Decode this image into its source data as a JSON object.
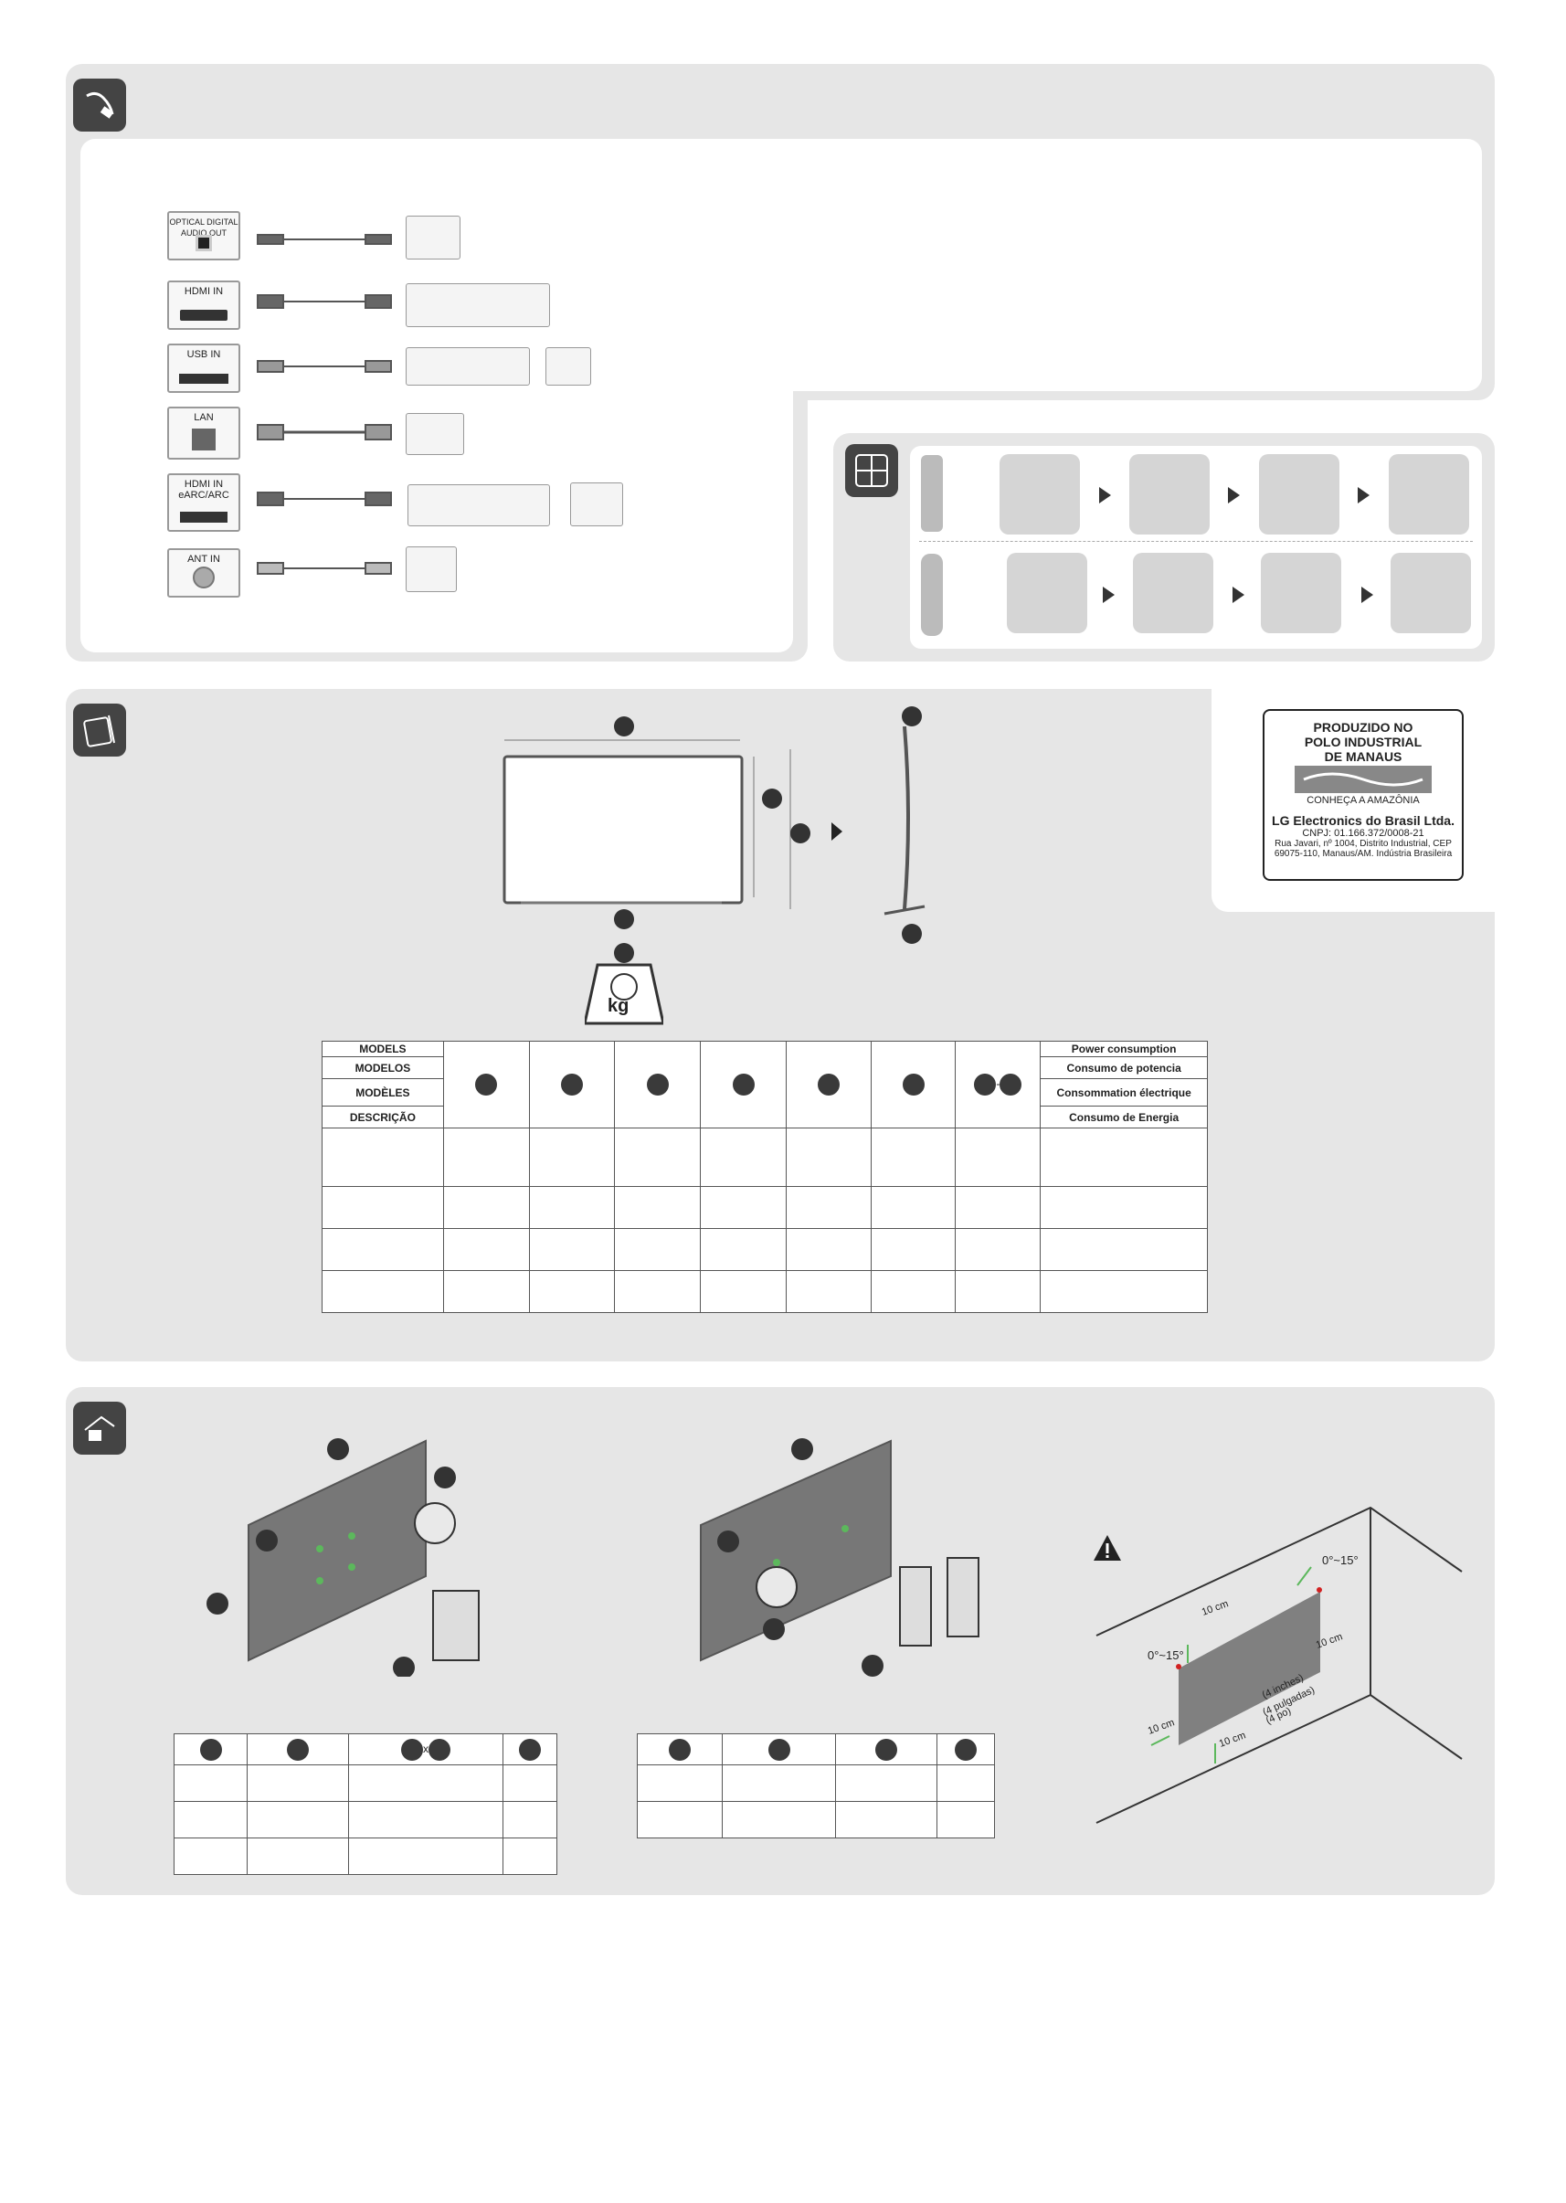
{
  "connections": {
    "ports": [
      {
        "label": "OPTICAL DIGITAL AUDIO OUT"
      },
      {
        "label": "HDMI IN"
      },
      {
        "label": "USB IN"
      },
      {
        "label": "LAN"
      },
      {
        "label": "HDMI IN eARC/ARC"
      },
      {
        "label": "ANT IN"
      }
    ]
  },
  "manaus": {
    "line1": "PRODUZIDO NO",
    "line2": "POLO INDUSTRIAL",
    "line3": "DE MANAUS",
    "tagline": "CONHEÇA A AMAZÔNIA",
    "company": "LG Electronics do Brasil Ltda.",
    "cnpj": "CNPJ: 01.166.372/0008-21",
    "addr1": "Rua Javari, nº 1004, Distrito Industrial, CEP",
    "addr2": "69075-110, Manaus/AM. Indústria Brasileira"
  },
  "spec_table": {
    "models_labels": [
      "MODELS",
      "MODELOS",
      "MODÈLES",
      "DESCRIÇÃO"
    ],
    "power_labels": [
      "Power consumption",
      "Consumo de potencia",
      "Consommation électrique",
      "Consumo de Energia"
    ],
    "dash": "-"
  },
  "wall": {
    "times": "x",
    "angle_label": "0°~15°",
    "distance_label": "10 cm",
    "inches_label": "(4 inches)",
    "pulgadas_label": "(4 pulgadas)",
    "po_label": "(4 po)"
  },
  "weight_unit": "kg",
  "colors": {
    "panel": "#e6e6e6",
    "icon": "#444444",
    "accent_green": "#5cb85c",
    "warning_red": "#d22222"
  }
}
